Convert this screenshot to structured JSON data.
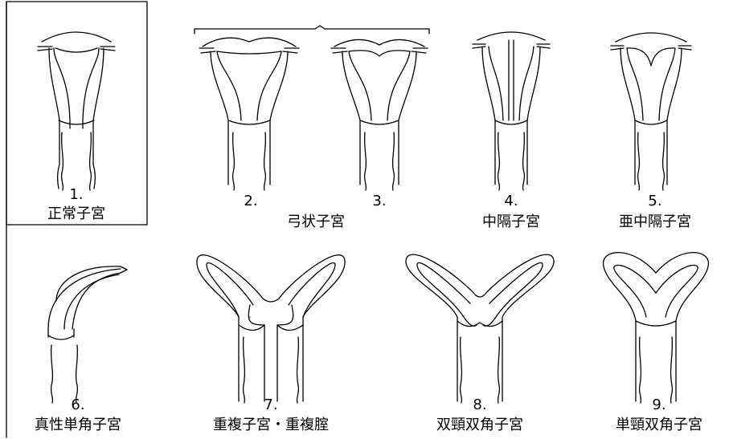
{
  "title": "",
  "figures": [
    {
      "number": "1.",
      "label": "正常子宮"
    },
    {
      "number": "2.",
      "label": ""
    },
    {
      "number": "3.",
      "label": ""
    },
    {
      "number": "4.",
      "label": "中隔子宮"
    },
    {
      "number": "5.",
      "label": "亜中隔子宮"
    },
    {
      "number": "6.",
      "label": "真性単角子宮"
    },
    {
      "number": "7.",
      "label": "重複子宮・重複腟"
    },
    {
      "number": "8.",
      "label": "双頸双角子宮"
    },
    {
      "number": "9.",
      "label": "単頸双角子宮"
    }
  ],
  "group_label": "弓状子宮"
}
